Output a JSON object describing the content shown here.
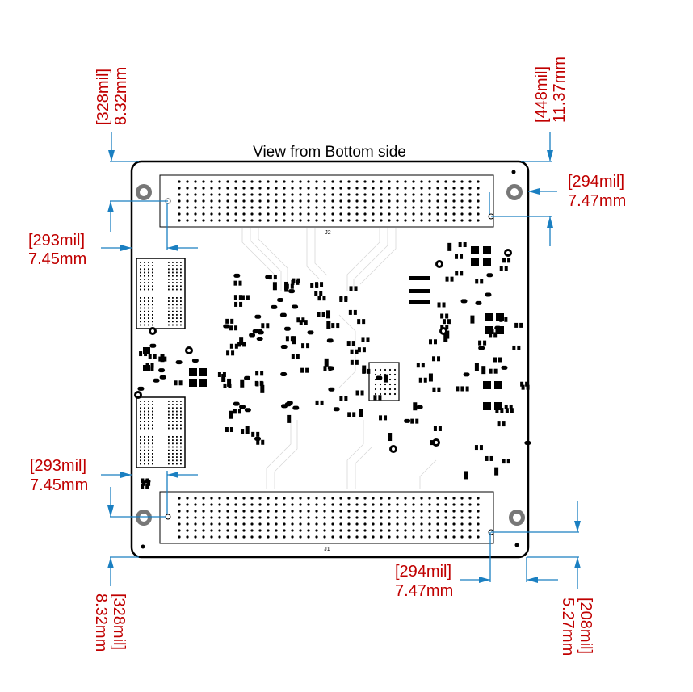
{
  "title": "View from Bottom side",
  "connectors": {
    "top": {
      "ref": "J2"
    },
    "bottom": {
      "ref": "J1"
    }
  },
  "dimensions": {
    "top_left": {
      "mil": "[328mil]",
      "mm": "8.32mm"
    },
    "top_right": {
      "mil": "[448mil]",
      "mm": "11.37mm"
    },
    "right_upper": {
      "mil": "[294mil]",
      "mm": "7.47mm"
    },
    "left_upper": {
      "mil": "[293mil]",
      "mm": "7.45mm"
    },
    "left_lower": {
      "mil": "[293mil]",
      "mm": "7.45mm"
    },
    "bottom_mid": {
      "mil": "[294mil]",
      "mm": "7.47mm"
    },
    "bottom_left": {
      "mil": "[328mil]",
      "mm": "8.32mm"
    },
    "bottom_right": {
      "mil": "[208mil]",
      "mm": "5.27mm"
    }
  },
  "colors": {
    "dimension_text": "#c00000",
    "dimension_line": "#1a7fc1",
    "board_outline": "#000000",
    "mounting_hole": "#777777"
  }
}
